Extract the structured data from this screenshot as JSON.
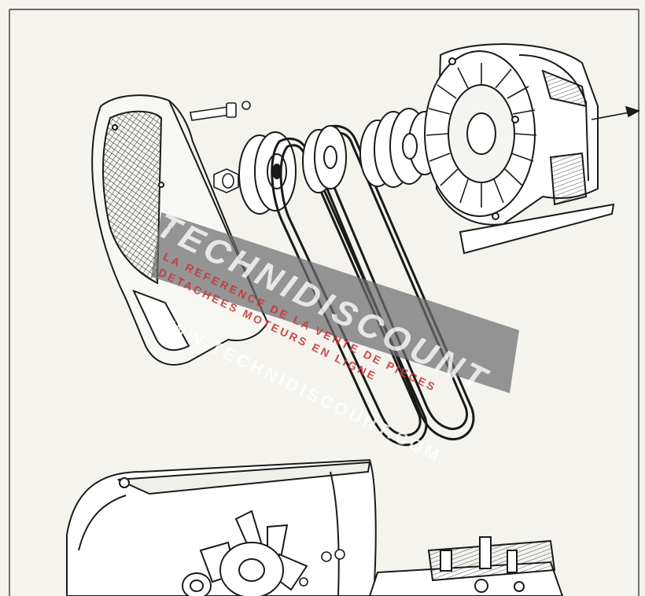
{
  "watermark": {
    "brand": "TECHNIDISCOUNT",
    "tagline_line1": "LA REFERENCE DE LA VENTE DE PIECES",
    "tagline_line2": "DETACHEES MOTEURS EN LIGNE",
    "url": "WWW.TECHNIDISCOUNT.COM"
  },
  "colors": {
    "paper": "#f4f3ee",
    "ink": "#1a1a1a",
    "watermark_band": "#6e6e70",
    "watermark_accent": "#c83737"
  }
}
